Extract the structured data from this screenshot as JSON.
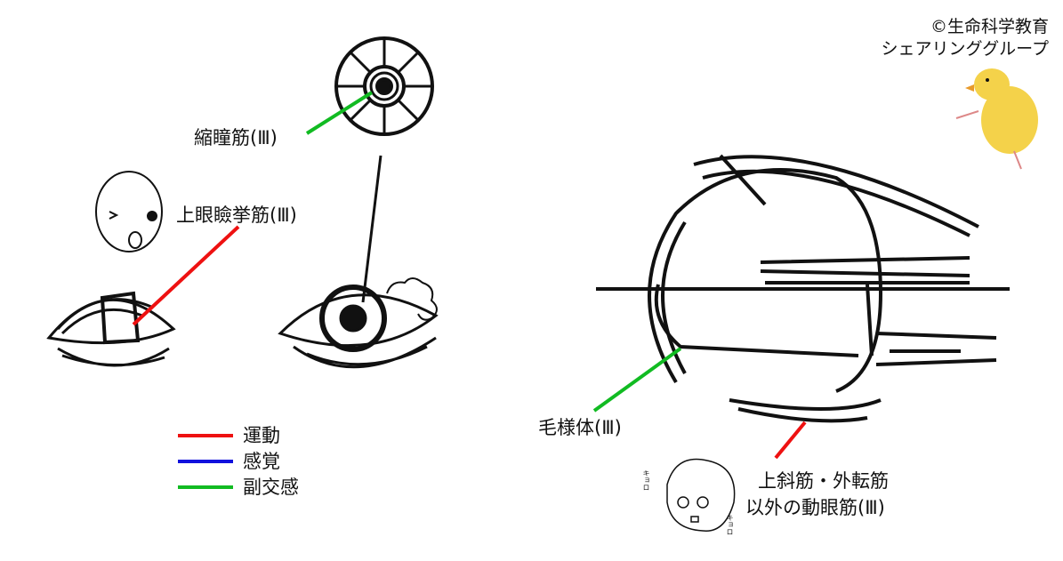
{
  "credit": {
    "line1": "©生命科学教育",
    "line2": "シェアリンググループ"
  },
  "labels": {
    "sphincter": "縮瞳筋(Ⅲ)",
    "levator": "上眼瞼挙筋(Ⅲ)",
    "ciliary": "毛様体(Ⅲ)",
    "other_line1": "上斜筋・外転筋",
    "other_line2": "以外の動眼筋(Ⅲ)"
  },
  "legend": [
    {
      "label": "運動",
      "color": "#ee1111"
    },
    {
      "label": "感覚",
      "color": "#1111dd"
    },
    {
      "label": "副交感",
      "color": "#11bb22"
    }
  ],
  "face_sfx": "キョロ"
}
